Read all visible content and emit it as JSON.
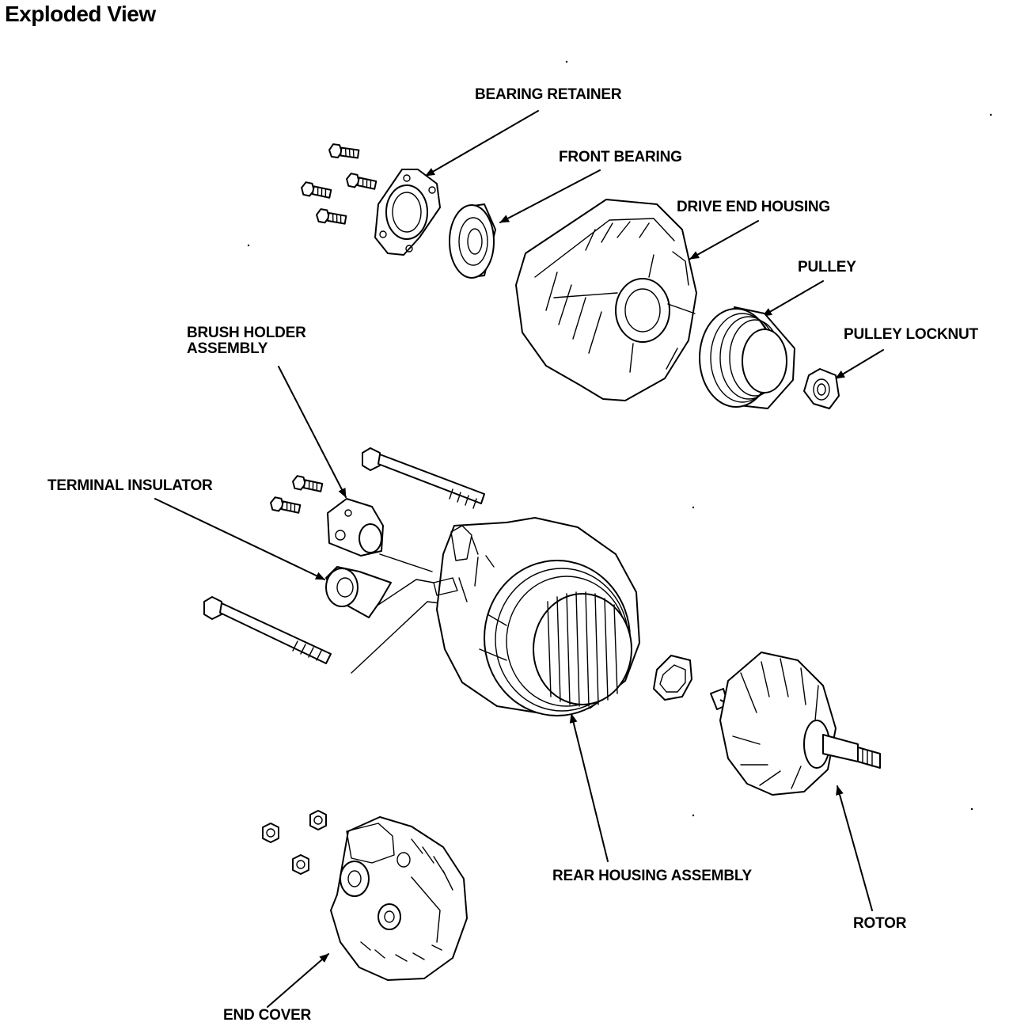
{
  "title": "Exploded View",
  "labels": {
    "bearing_retainer": "BEARING RETAINER",
    "front_bearing": "FRONT BEARING",
    "drive_end_housing": "DRIVE END HOUSING",
    "pulley": "PULLEY",
    "pulley_locknut": "PULLEY LOCKNUT",
    "brush_holder_line1": "BRUSH HOLDER",
    "brush_holder_line2": "ASSEMBLY",
    "terminal_insulator": "TERMINAL INSULATOR",
    "rear_housing_assembly": "REAR HOUSING ASSEMBLY",
    "rotor": "ROTOR",
    "end_cover": "END COVER"
  }
}
